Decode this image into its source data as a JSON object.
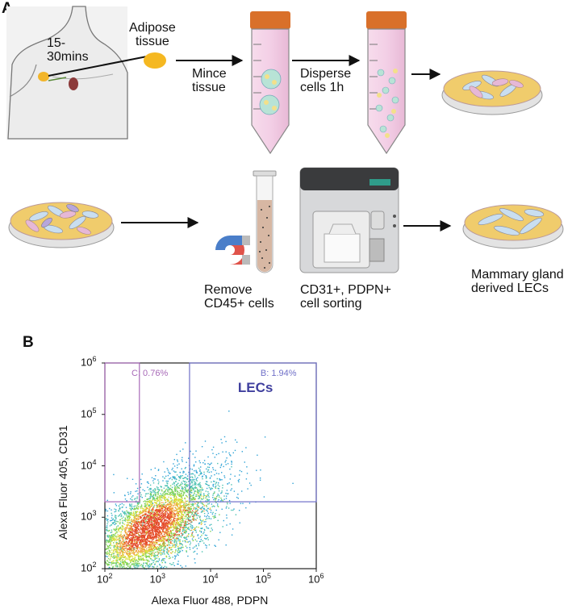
{
  "panel_a": {
    "letter": "A",
    "time_label": "15-\n30mins",
    "adipose_label": "Adipose\ntissue",
    "mince_label": "Mince\ntissue",
    "disperse_label": "Disperse\ncells 1h",
    "remove_label": "Remove\nCD45+ cells",
    "sort_label": "CD31+, PDPN+\ncell sorting",
    "result_label": "Mammary gland\nderived LECs"
  },
  "panel_b": {
    "letter": "B"
  },
  "colors": {
    "tube_cap": "#d9702a",
    "tube_fill": "#f3cfe6",
    "dish_medium": "#f0cc6c",
    "gate_c": "#a86ab8",
    "gate_b": "#7070c8",
    "lec_label": "#3f3f9e"
  },
  "chart_data": {
    "type": "scatter",
    "xlabel": "Alexa Fluor 488, PDPN",
    "ylabel": "Alexa Fluor 405, CD31",
    "x_scale": "log",
    "y_scale": "log",
    "xlim": [
      100,
      1000000
    ],
    "ylim": [
      100,
      1000000
    ],
    "x_ticks": [
      {
        "base": "10",
        "exp": "2",
        "value": 100
      },
      {
        "base": "10",
        "exp": "3",
        "value": 1000
      },
      {
        "base": "10",
        "exp": "4",
        "value": 10000
      },
      {
        "base": "10",
        "exp": "5",
        "value": 100000
      },
      {
        "base": "10",
        "exp": "6",
        "value": 1000000
      }
    ],
    "y_ticks": [
      {
        "base": "10",
        "exp": "2",
        "value": 100
      },
      {
        "base": "10",
        "exp": "3",
        "value": 1000
      },
      {
        "base": "10",
        "exp": "4",
        "value": 10000
      },
      {
        "base": "10",
        "exp": "5",
        "value": 100000
      },
      {
        "base": "10",
        "exp": "6",
        "value": 1000000
      }
    ],
    "gates": [
      {
        "label": "C: 0.76%",
        "x_range": [
          100,
          450
        ],
        "y_range": [
          2000,
          1000000
        ],
        "color": "#a86ab8"
      },
      {
        "label": "B: 1.94%",
        "x_range": [
          4000,
          1000000
        ],
        "y_range": [
          2000,
          1000000
        ],
        "color": "#7070c8"
      }
    ],
    "annotation": "LECs",
    "grid": false
  }
}
